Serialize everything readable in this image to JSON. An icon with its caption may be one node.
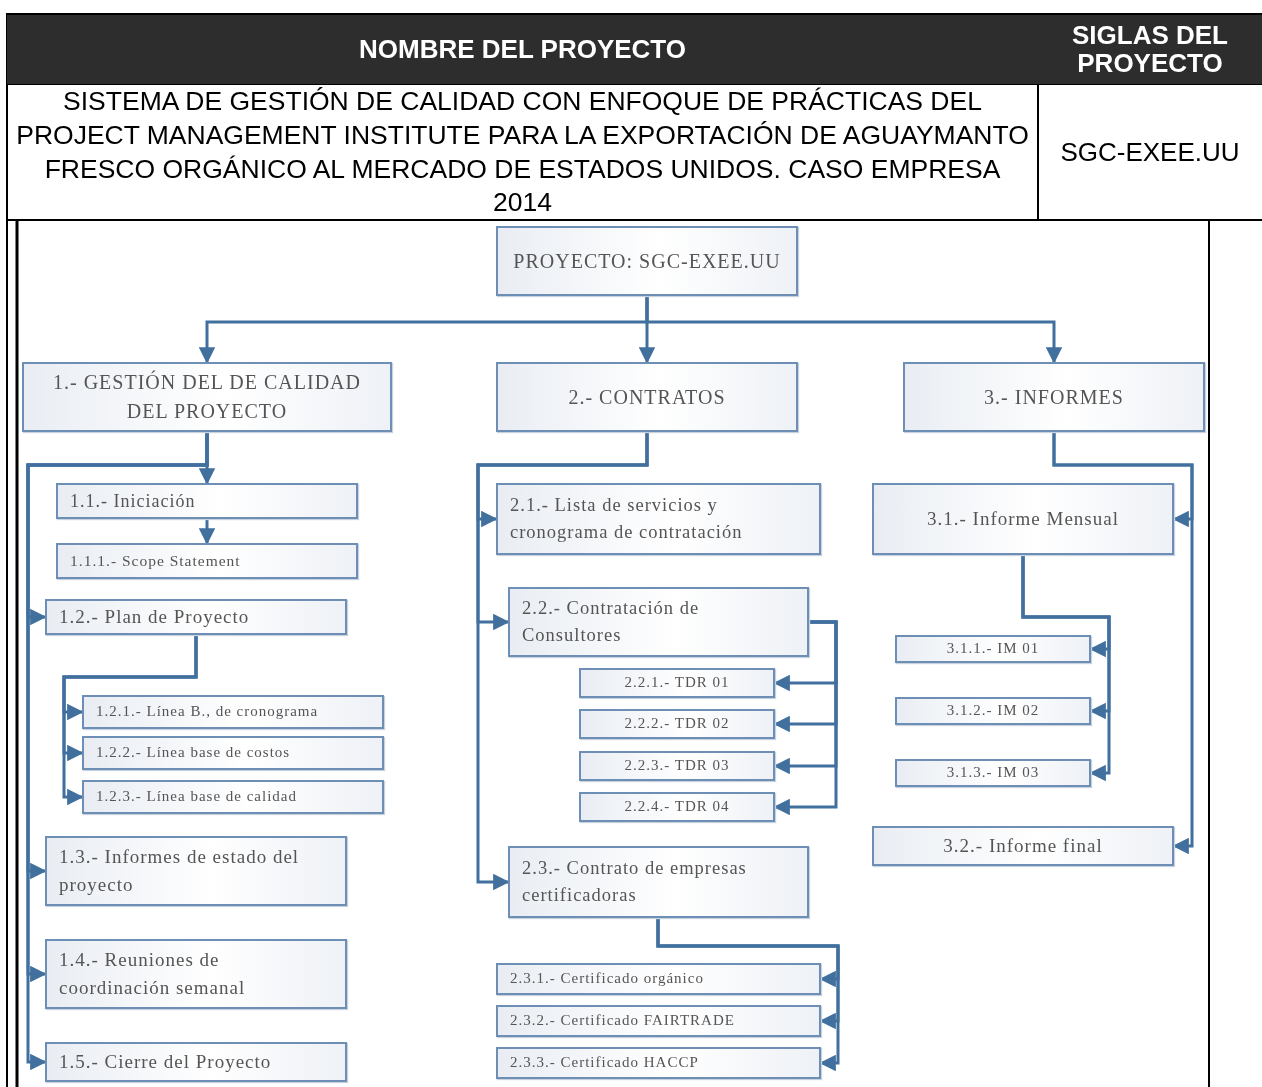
{
  "diagram": {
    "nodes": [
      {
        "text": [
          "PROYECTO: SGC-EXEE.UU"
        ]
      },
      {
        "text": [
          "1.- GESTIÓN DEL DE CALIDAD DEL PROYECTO"
        ]
      },
      {
        "text": [
          "2.- CONTRATOS"
        ]
      },
      {
        "text": [
          "3.- INFORMES"
        ]
      },
      {
        "text": [
          "1.1.- Iniciación"
        ]
      },
      {
        "text": [
          "1.1.1.- Scope Statement"
        ]
      },
      {
        "text": [
          "1.2.- Plan de Proyecto"
        ]
      },
      {
        "text": [
          "1.2.1.- Línea B., de cronograma"
        ]
      },
      {
        "text": [
          "1.2.2.- Línea base de costos"
        ]
      },
      {
        "text": [
          "1.2.3.- Línea base de calidad"
        ]
      },
      {
        "text": [
          "1.3.- Informes de estado del proyecto"
        ]
      },
      {
        "text": [
          "1.4.- Reuniones de coordinación semanal"
        ]
      },
      {
        "text": [
          "1.5.- Cierre del Proyecto"
        ]
      },
      {
        "text": [
          "2.1.- Lista de servicios y cronograma de contratación"
        ]
      },
      {
        "text": [
          "2.2.- Contratación de Consultores"
        ]
      },
      {
        "text": [
          "2.2.1.- TDR 01"
        ]
      },
      {
        "text": [
          "2.2.2.- TDR 02"
        ]
      },
      {
        "text": [
          "2.2.3.- TDR 03"
        ]
      },
      {
        "text": [
          "2.2.4.- TDR 04"
        ]
      },
      {
        "text": [
          "2.3.- Contrato de empresas certificadoras"
        ]
      },
      {
        "text": [
          "2.3.1.- Certificado orgánico"
        ]
      },
      {
        "text": [
          "2.3.2.- Certificado FAIRTRADE"
        ]
      },
      {
        "text": [
          "2.3.3.- Certificado HACCP"
        ]
      },
      {
        "text": [
          "3.1.- Informe Mensual"
        ]
      },
      {
        "text": [
          "3.1.1.- IM 01"
        ]
      },
      {
        "text": [
          "3.1.2.- IM 02"
        ]
      },
      {
        "text": [
          "3.1.3.- IM 03"
        ]
      },
      {
        "text": [
          "3.2.- Informe final"
        ]
      }
    ],
    "edges": [
      {
        "from": 0,
        "to": 1,
        "arrow": "to"
      },
      {
        "from": 0,
        "to": 2,
        "arrow": "to"
      },
      {
        "from": 0,
        "to": 3,
        "arrow": "to"
      },
      {
        "from": 1,
        "to": 4,
        "arrow": "to"
      },
      {
        "from": 4,
        "to": 5,
        "arrow": "to"
      },
      {
        "from": 1,
        "to": 6,
        "arrow": "to"
      },
      {
        "from": 6,
        "to": 7,
        "arrow": "to"
      },
      {
        "from": 6,
        "to": 8,
        "arrow": "to"
      },
      {
        "from": 6,
        "to": 9,
        "arrow": "to"
      },
      {
        "from": 1,
        "to": 10,
        "arrow": "to"
      },
      {
        "from": 1,
        "to": 11,
        "arrow": "to"
      },
      {
        "from": 1,
        "to": 12,
        "arrow": "to"
      },
      {
        "from": 2,
        "to": 13,
        "arrow": "to"
      },
      {
        "from": 2,
        "to": 14,
        "arrow": "to"
      },
      {
        "from": 14,
        "to": 15,
        "arrow": "to"
      },
      {
        "from": 14,
        "to": 16,
        "arrow": "to"
      },
      {
        "from": 14,
        "to": 17,
        "arrow": "to"
      },
      {
        "from": 14,
        "to": 18,
        "arrow": "to"
      },
      {
        "from": 2,
        "to": 19,
        "arrow": "to"
      },
      {
        "from": 19,
        "to": 20,
        "arrow": "to"
      },
      {
        "from": 19,
        "to": 21,
        "arrow": "to"
      },
      {
        "from": 19,
        "to": 22,
        "arrow": "to"
      },
      {
        "from": 3,
        "to": 23,
        "arrow": "to"
      },
      {
        "from": 23,
        "to": 24,
        "arrow": "to"
      },
      {
        "from": 23,
        "to": 25,
        "arrow": "to"
      },
      {
        "from": 23,
        "to": 26,
        "arrow": "to"
      },
      {
        "from": 3,
        "to": 27,
        "arrow": "to"
      }
    ],
    "labels": [
      "NOMBRE DEL PROYECTO",
      "SIGLAS DEL PROYECTO",
      "SISTEMA DE GESTIÓN DE CALIDAD CON ENFOQUE DE PRÁCTICAS DEL PROJECT MANAGEMENT INSTITUTE PARA LA EXPORTACIÓN DE AGUAYMANTO FRESCO ORGÁNICO AL MERCADO DE ESTADOS UNIDOS. CASO EMPRESA 2014",
      "SGC-EXEE.UU"
    ]
  }
}
